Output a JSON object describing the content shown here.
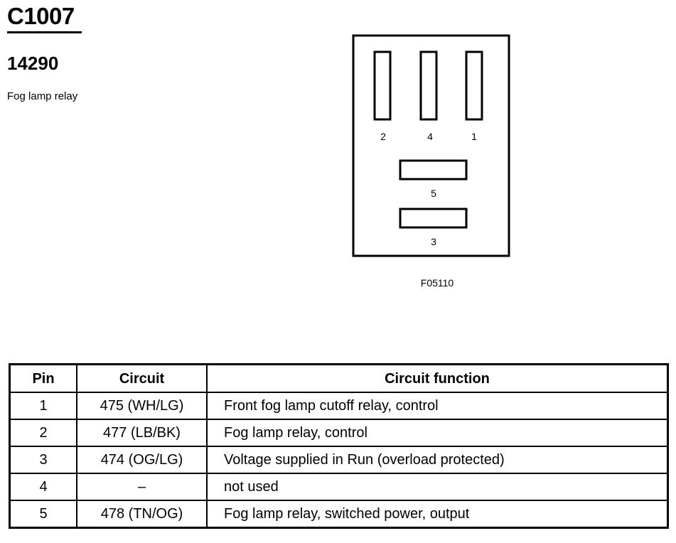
{
  "header": {
    "connector_id": "C1007",
    "part_number": "14290",
    "description": "Fog lamp relay"
  },
  "diagram": {
    "pins": [
      {
        "label": "2"
      },
      {
        "label": "4"
      },
      {
        "label": "1"
      },
      {
        "label": "5"
      },
      {
        "label": "3"
      }
    ],
    "figure_id": "F05110"
  },
  "table": {
    "headers": [
      "Pin",
      "Circuit",
      "Circuit function"
    ],
    "rows": [
      {
        "pin": "1",
        "circuit": "475 (WH/LG)",
        "function": "Front fog lamp cutoff relay, control"
      },
      {
        "pin": "2",
        "circuit": "477 (LB/BK)",
        "function": "Fog lamp relay, control"
      },
      {
        "pin": "3",
        "circuit": "474 (OG/LG)",
        "function": "Voltage supplied in Run (overload protected)"
      },
      {
        "pin": "4",
        "circuit": "–",
        "function": "not used"
      },
      {
        "pin": "5",
        "circuit": "478 (TN/OG)",
        "function": "Fog lamp relay, switched power, output"
      }
    ]
  }
}
